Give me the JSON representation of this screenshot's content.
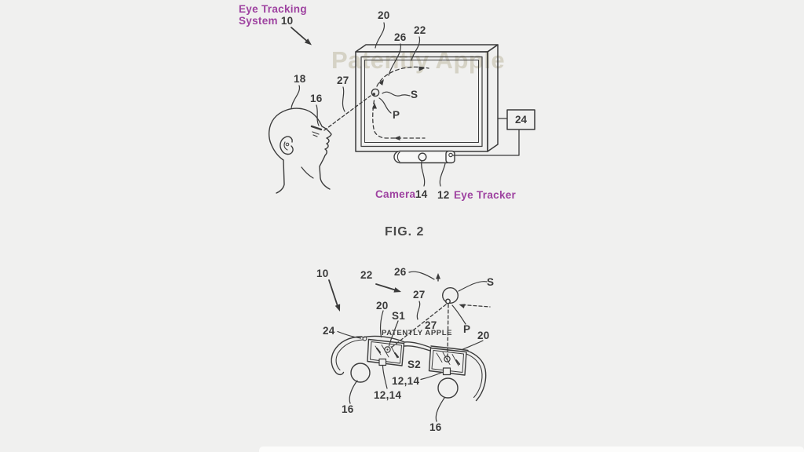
{
  "colors": {
    "background": "#f0f0ef",
    "ink": "#3b3b3b",
    "purple_label": "#9e42a0",
    "watermark_light": "#d5d2c5",
    "watermark_dark": "#3f3f3f",
    "caption_gray": "#4a4a4a"
  },
  "watermarks": {
    "figure1": "Patently Apple",
    "figure2": "PATENTLY APPLE"
  },
  "figure1": {
    "title_line1": "Eye Tracking",
    "title_line2": "System",
    "title_ref": "10",
    "caption": "FIG. 2",
    "refs": {
      "head": "18",
      "eye": "16",
      "gaze_line": "27",
      "display": "20",
      "gaze_direction": "26",
      "trajectory": "22",
      "point_s": "S",
      "point_p": "P",
      "computer": "24",
      "camera_word": "Camera",
      "camera_ref": "14",
      "tracker_ref": "12",
      "tracker_word": "Eye Tracker"
    }
  },
  "figure2": {
    "refs": {
      "system": "10",
      "trajectory": "22",
      "gaze_direction": "26",
      "sphere_s": "S",
      "point_p": "P",
      "gaze_line_upper": "27",
      "gaze_line_lower": "27",
      "lens_left": "20",
      "lens_right": "20",
      "sensor_left": "S1",
      "sensor_right": "S2",
      "frame": "24",
      "camera_left": "12,14",
      "camera_right": "12,14",
      "eye_left": "16",
      "eye_right": "16"
    }
  }
}
